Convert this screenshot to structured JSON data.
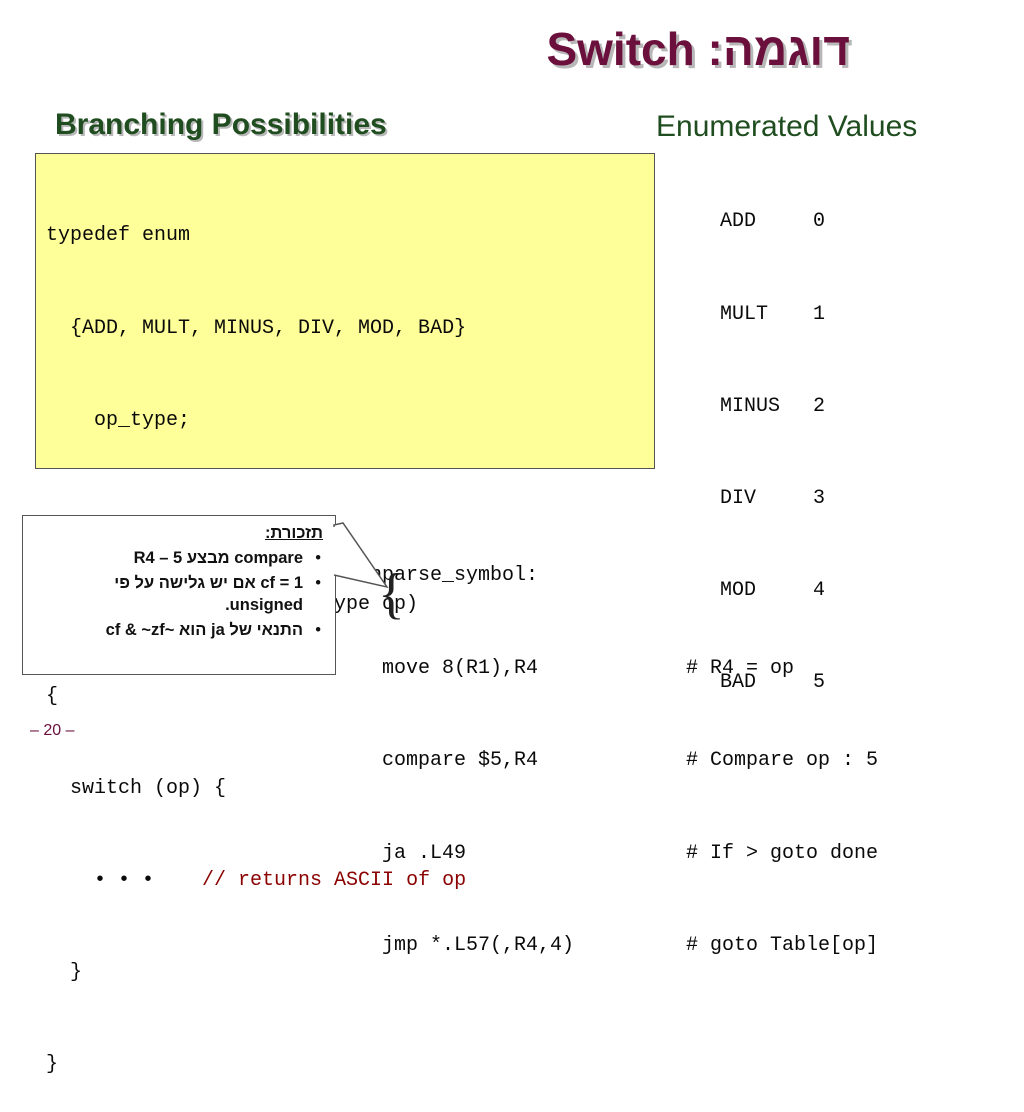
{
  "slide": {
    "title": "Switch :דוגמה",
    "page_number": "– 20 –"
  },
  "left": {
    "heading": "Branching Possibilities",
    "code": [
      "typedef enum",
      "  {ADD, MULT, MINUS, DIV, MOD, BAD}",
      "    op_type;",
      "",
      "char unparse_symbol(op_type op)",
      "{",
      "  switch (op) {",
      "    • • •    ",
      "  }",
      "}"
    ],
    "code_comment": "// returns ASCII of op"
  },
  "right": {
    "heading": "Enumerated Values",
    "enum_values": [
      {
        "name": "ADD",
        "value": "0"
      },
      {
        "name": "MULT",
        "value": "1"
      },
      {
        "name": "MINUS",
        "value": "2"
      },
      {
        "name": "DIV",
        "value": "3"
      },
      {
        "name": "MOD",
        "value": "4"
      },
      {
        "name": "BAD",
        "value": "5"
      }
    ]
  },
  "assembly": {
    "label": "unparse_symbol:",
    "rows": [
      {
        "instr": "  move 8(R1),R4",
        "comment": "# R4 = op"
      },
      {
        "instr": "  compare $5,R4",
        "comment": "# Compare op : 5"
      },
      {
        "instr": "  ja .L49",
        "comment": "# If > goto done"
      },
      {
        "instr": "  jmp *.L57(,R4,4)",
        "comment": "# goto Table[op]"
      }
    ]
  },
  "callout": {
    "heading": "תזכורת:",
    "items": [
      "compare מבצע R4 – 5",
      "cf = 1 אם יש גלישה על פי unsigned.",
      "התנאי של ja הוא ~cf & ~zf"
    ]
  },
  "colors": {
    "title": "#6b0f3c",
    "heading": "#1f4d1f",
    "code_bg": "#ffff99",
    "comment": "#8b0000"
  }
}
